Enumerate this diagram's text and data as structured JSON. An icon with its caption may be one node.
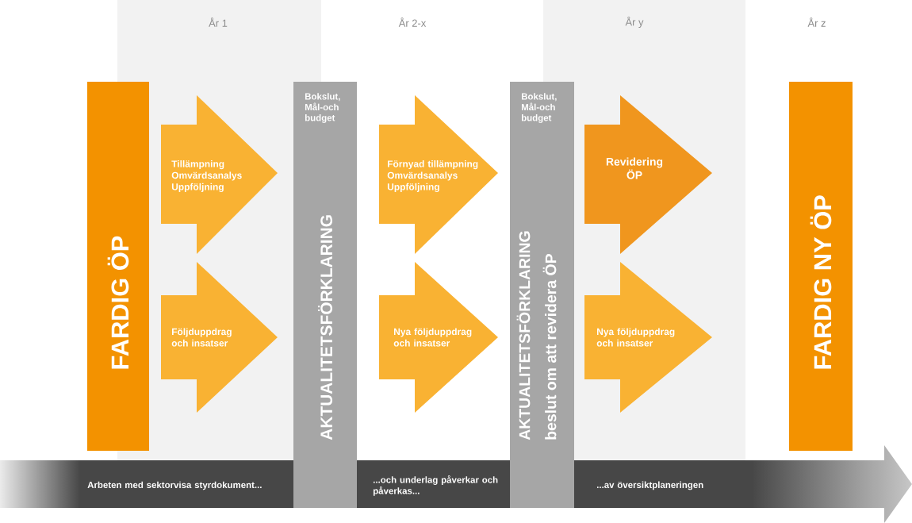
{
  "diagram": {
    "nodes": [
      {
        "text": [
          "FARDIG ÖP"
        ]
      },
      {
        "text": [
          "Tillämpning Omvärdsanalys Uppföljning"
        ]
      },
      {
        "text": [
          "Följduppdrag och insatser"
        ]
      },
      {
        "text": [
          "Bokslut, Mål-och budget",
          "AKTUALITETSFÖRKLARING"
        ]
      },
      {
        "text": [
          "Förnyad tillämpning Omvärdsanalys Uppföljning"
        ]
      },
      {
        "text": [
          "Nya följduppdrag och insatser"
        ]
      },
      {
        "text": [
          "Bokslut, Mål-och budget",
          "AKTUALITETSFÖRKLARING",
          "beslut om att revidera ÖP"
        ]
      },
      {
        "text": [
          "Revidering ÖP"
        ]
      },
      {
        "text": [
          "Nya följduppdrag och insatser"
        ]
      },
      {
        "text": [
          "FARDIG NY ÖP"
        ]
      },
      {
        "text": [
          "Arbeten med sektorvisa styrdokument...",
          "...och underlag påverkar och påverkas...",
          "...av översiktplaneringen"
        ]
      }
    ],
    "labels": [
      "År 1",
      "År 2-x",
      "År y",
      "År z"
    ]
  }
}
